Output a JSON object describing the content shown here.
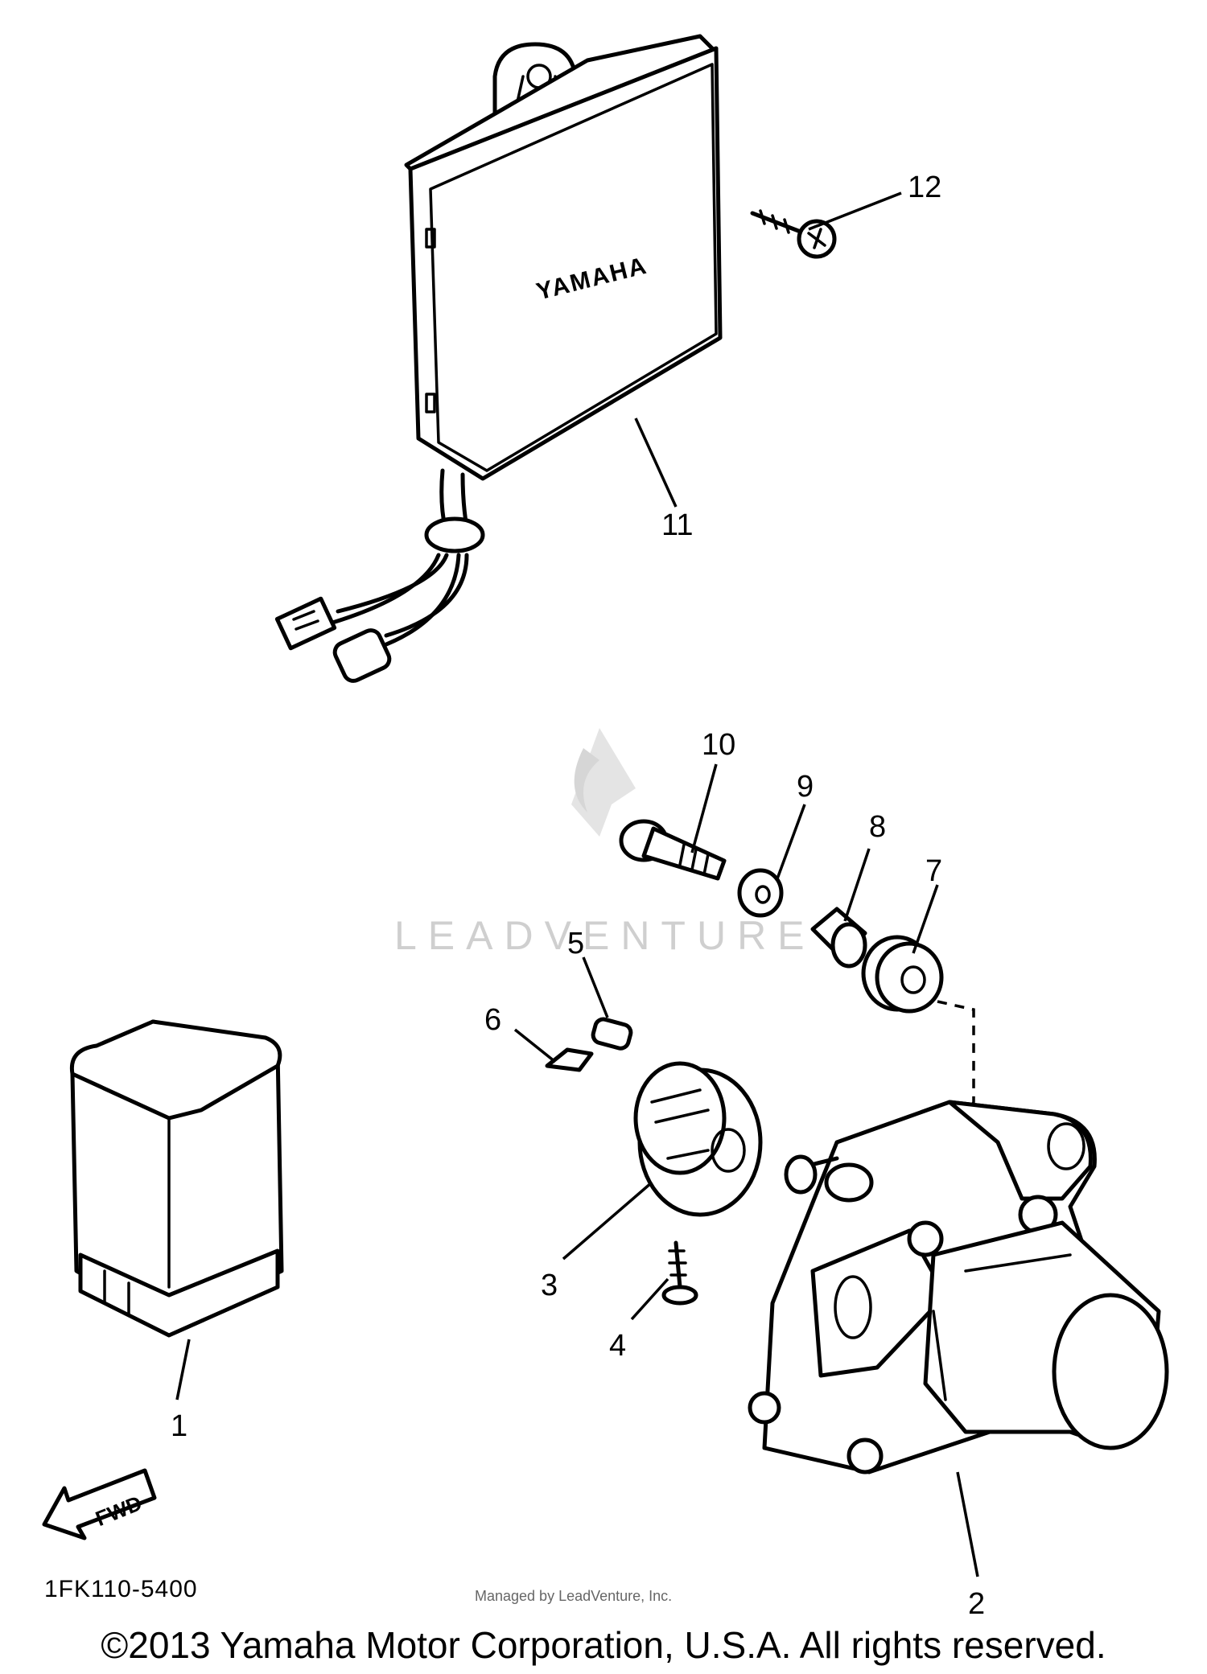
{
  "diagram": {
    "callouts": [
      "1",
      "2",
      "3",
      "4",
      "5",
      "6",
      "7",
      "8",
      "9",
      "10",
      "11",
      "12"
    ],
    "module_brand": "YAMAHA",
    "direction_label": "FWD",
    "part_code": "1FK110-5400"
  },
  "watermark": {
    "text": "LEADVENTURE",
    "subtext": "Managed by LeadVenture, Inc."
  },
  "footer": {
    "copyright": "©2013 Yamaha Motor Corporation, U.S.A. All rights reserved."
  }
}
